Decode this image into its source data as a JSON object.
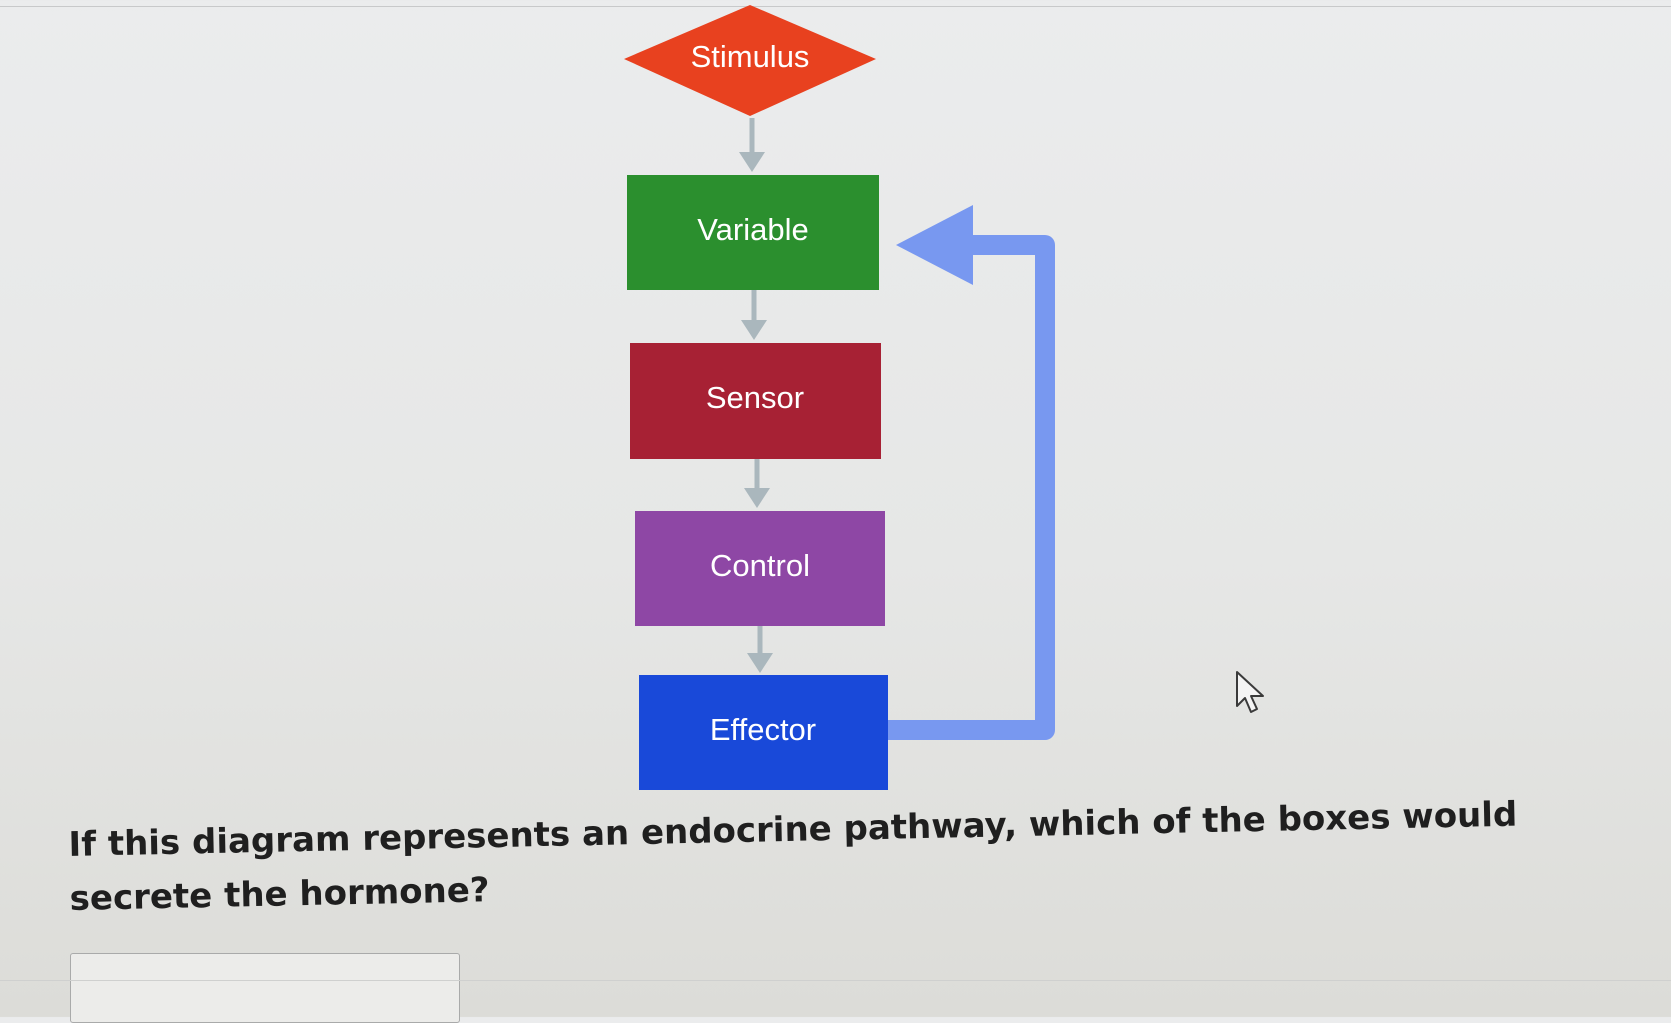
{
  "diagram": {
    "nodes": [
      {
        "id": "stimulus",
        "label": "Stimulus",
        "shape": "diamond",
        "color": "#e8411f"
      },
      {
        "id": "variable",
        "label": "Variable",
        "shape": "rectangle",
        "color": "#2b8f2e"
      },
      {
        "id": "sensor",
        "label": "Sensor",
        "shape": "rectangle",
        "color": "#a72134"
      },
      {
        "id": "control",
        "label": "Control",
        "shape": "rectangle",
        "color": "#8e47a5"
      },
      {
        "id": "effector",
        "label": "Effector",
        "shape": "rectangle",
        "color": "#1949d9"
      }
    ],
    "flow_arrow_color": "#aab7bd",
    "feedback_arrow": {
      "from": "effector",
      "to": "variable",
      "color": "#7898f0"
    }
  },
  "question": {
    "text": "If this diagram represents an endocrine pathway, which of the boxes would secrete the hormone?"
  },
  "answer": {
    "value": ""
  },
  "icons": {
    "cursor": "mouse-pointer-icon"
  }
}
